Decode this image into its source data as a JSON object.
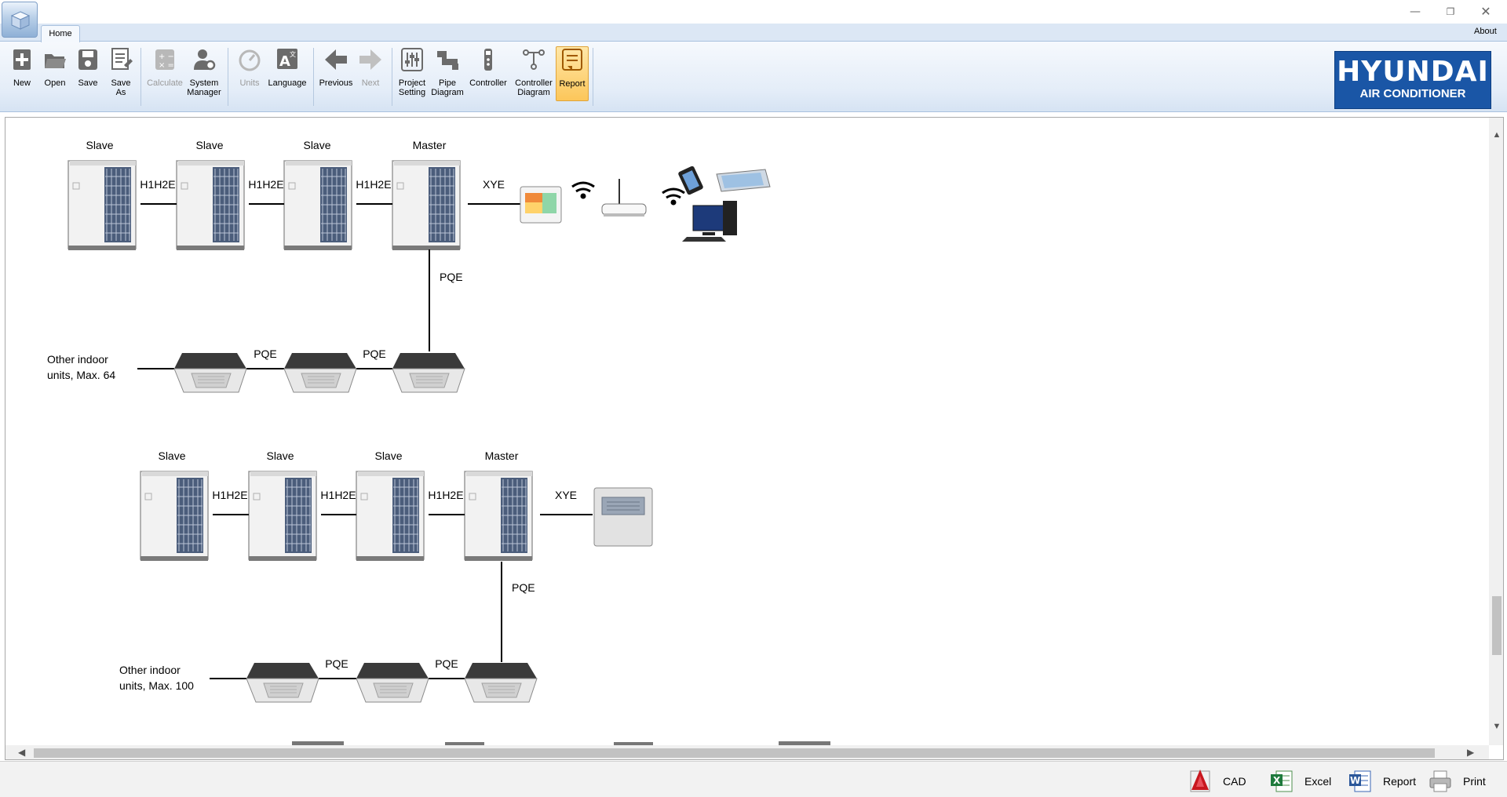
{
  "window": {
    "controls": {
      "minimize": "—",
      "restore": "❐",
      "close": "✕"
    }
  },
  "ribbon": {
    "tab_home": "Home",
    "about": "About",
    "buttons": {
      "new": "New",
      "open": "Open",
      "save": "Save",
      "save_as_1": "Save",
      "save_as_2": "As",
      "calculate": "Calculate",
      "system_manager_1": "System",
      "system_manager_2": "Manager",
      "units": "Units",
      "language": "Language",
      "previous": "Previous",
      "next": "Next",
      "project_setting_1": "Project",
      "project_setting_2": "Setting",
      "pipe_diagram_1": "Pipe",
      "pipe_diagram_2": "Diagram",
      "controller": "Controller",
      "controller_diagram_1": "Controller",
      "controller_diagram_2": "Diagram",
      "report": "Report"
    },
    "brand": {
      "line1": "HYUNDAI",
      "line2": "AIR CONDITIONER"
    }
  },
  "diagram": {
    "group1": {
      "outdoor_labels": [
        "Slave",
        "Slave",
        "Slave",
        "Master"
      ],
      "link_labels": [
        "H1H2E",
        "H1H2E",
        "H1H2E"
      ],
      "xye": "XYE",
      "pqe_vertical": "PQE",
      "pqe_indoor": [
        "PQE",
        "PQE"
      ],
      "other_indoor_1": "Other indoor",
      "other_indoor_2": "units, Max. 64"
    },
    "group2": {
      "outdoor_labels": [
        "Slave",
        "Slave",
        "Slave",
        "Master"
      ],
      "link_labels": [
        "H1H2E",
        "H1H2E",
        "H1H2E"
      ],
      "xye": "XYE",
      "pqe_vertical": "PQE",
      "pqe_indoor": [
        "PQE",
        "PQE"
      ],
      "other_indoor_1": "Other indoor",
      "other_indoor_2": "units, Max. 100"
    }
  },
  "scroll": {
    "up": "▲",
    "down": "▼",
    "left": "◀",
    "right": "▶"
  },
  "export_bar": {
    "cad": "CAD",
    "excel": "Excel",
    "report": "Report",
    "print": "Print"
  },
  "colors": {
    "brand_blue": "#1a56a6",
    "ribbon_bg": "#e4edf8",
    "active_button": "#fcc65a"
  }
}
